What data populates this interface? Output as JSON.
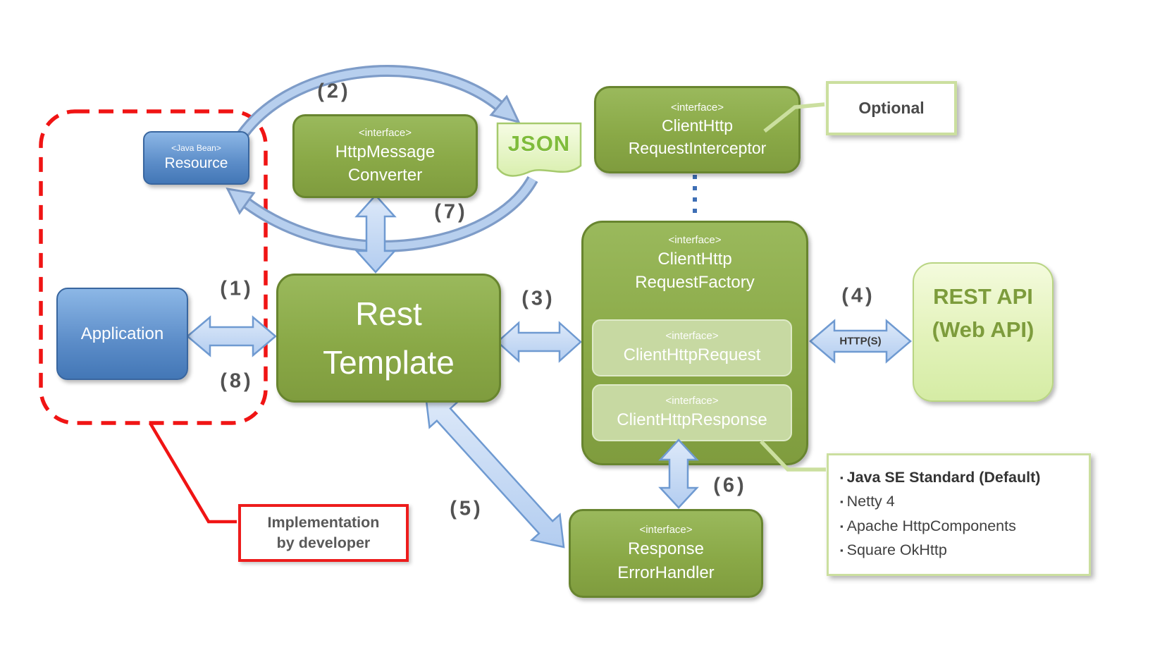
{
  "diagram": {
    "boundary_note": {
      "line1": "Implementation",
      "line2": "by developer"
    },
    "steps": [
      "(1)",
      "(2)",
      "(3)",
      "(4)",
      "(5)",
      "(6)",
      "(7)",
      "(8)"
    ],
    "labels": {
      "optional": "Optional",
      "http": "HTTP(S)"
    },
    "nodes": {
      "resource": {
        "stereotype": "<Java Bean>",
        "name": "Resource"
      },
      "application": {
        "name": "Application"
      },
      "rest_template": {
        "line1": "Rest",
        "line2": "Template"
      },
      "converter": {
        "stereotype": "<interface>",
        "line1": "HttpMessage",
        "line2": "Converter"
      },
      "json": {
        "name": "JSON"
      },
      "interceptor": {
        "stereotype": "<interface>",
        "line1": "ClientHttp",
        "line2": "RequestInterceptor"
      },
      "factory": {
        "stereotype": "<interface>",
        "line1": "ClientHttp",
        "line2": "RequestFactory"
      },
      "request": {
        "stereotype": "<interface>",
        "name": "ClientHttpRequest"
      },
      "response": {
        "stereotype": "<interface>",
        "name": "ClientHttpResponse"
      },
      "rest_api": {
        "line1": "REST API",
        "line2": "(Web API)"
      },
      "error_handler": {
        "stereotype": "<interface>",
        "line1": "Response",
        "line2": "ErrorHandler"
      }
    },
    "implementations": {
      "bullet": "▪",
      "items": [
        "Java SE Standard (Default)",
        "Netty 4",
        "Apache HttpComponents",
        "Square OkHttp"
      ]
    },
    "colors": {
      "node_green": "#8dac4c",
      "node_green_border": "#68852f",
      "node_light_green": "#c7d9a2",
      "node_blue": "#5b8cc8",
      "arrow_blue_fill": "#c5d9f4",
      "arrow_blue_stroke": "#6f9ad1",
      "arc_blue_edge": "#7e9cc8",
      "boundary_red": "#f01414",
      "callout_green": "#cbdf9f",
      "label_gray": "#525252",
      "json_text_green": "#7fbc3b",
      "rest_api_text": "#7d9c3c"
    }
  }
}
